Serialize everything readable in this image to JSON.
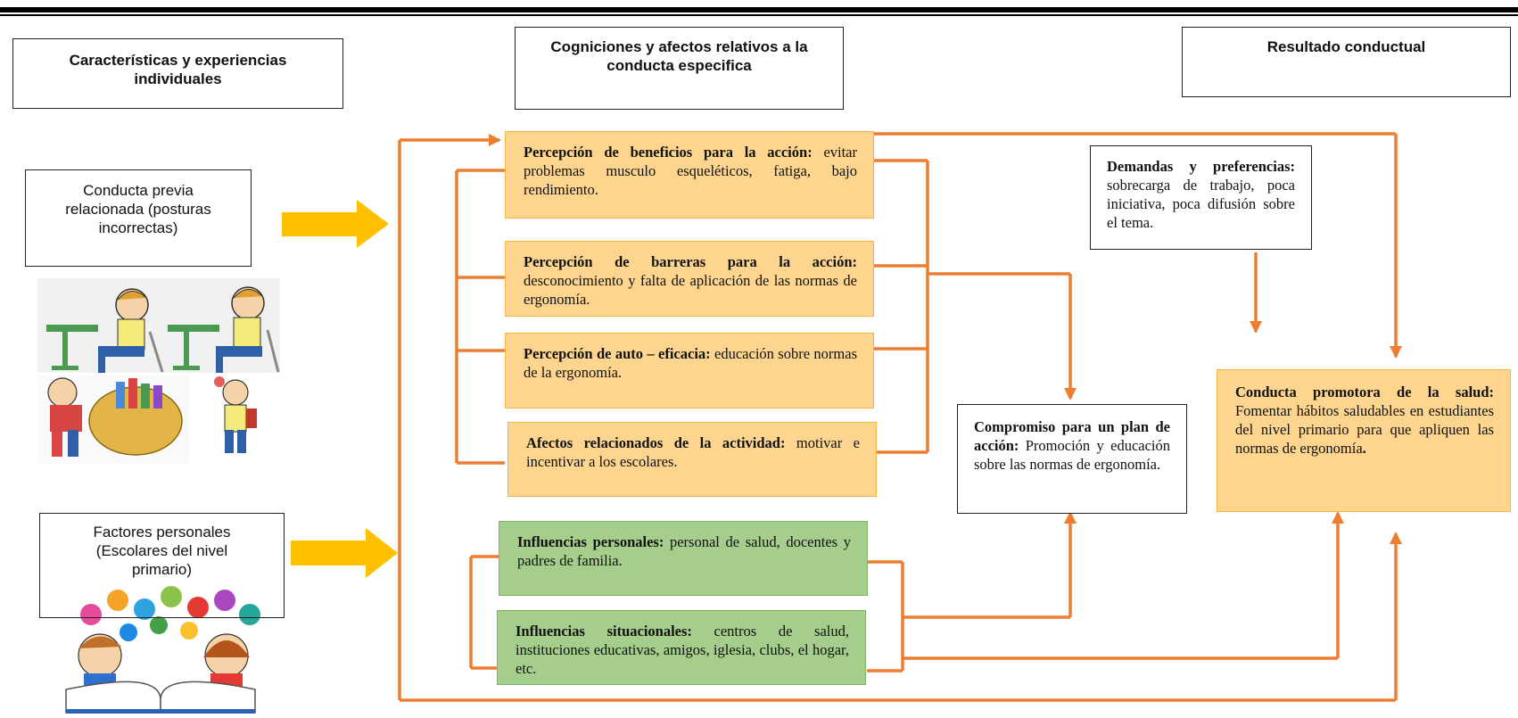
{
  "headers": {
    "col1": "Características y experiencias individuales",
    "col2": "Cogniciones y afectos relativos a la conducta especifica",
    "col3": "Resultado conductual"
  },
  "left": {
    "conducta_previa": "Conducta previa relacionada (posturas incorrectas)",
    "factores_personales": "Factores personales (Escolares del nivel primario)"
  },
  "cogniciones": {
    "beneficios": {
      "title": "Percepción de beneficios para la acción:",
      "text": " evitar problemas musculo esqueléticos, fatiga, bajo rendimiento."
    },
    "barreras": {
      "title": "Percepción de barreras para la acción:",
      "text": " desconocimiento y falta de aplicación de las normas de ergonomía."
    },
    "autoeficacia": {
      "title": "Percepción de auto – eficacia:",
      "text": " educación sobre normas de la ergonomía."
    },
    "afectos": {
      "title": "Afectos relacionados de la actividad:",
      "text": " motivar e incentivar  a los escolares."
    },
    "inf_personales": {
      "title": "Influencias personales:",
      "text": " personal de salud, docentes y padres de familia."
    },
    "inf_situacionales": {
      "title": "Influencias situacionales:",
      "text": " centros de salud, instituciones educativas, amigos, iglesia, clubs, el hogar, etc."
    }
  },
  "demandas": {
    "title": "Demandas y preferencias:",
    "text": " sobrecarga de trabajo, poca iniciativa, poca difusión sobre el tema."
  },
  "compromiso": {
    "title": "Compromiso para un plan de acción:",
    "text": " Promoción y educación sobre las normas de ergonomía."
  },
  "conducta_promotora": {
    "title": "Conducta promotora de la salud:",
    "text": " Fomentar hábitos saludables en estudiantes del nivel primario para que apliquen las normas de ergonomía",
    "end": "."
  },
  "colors": {
    "connector": "#ed7d31",
    "orange_fill": "#fdd58e",
    "green_fill": "#a5cd8c",
    "yellow_arrow": "#ffc000"
  }
}
